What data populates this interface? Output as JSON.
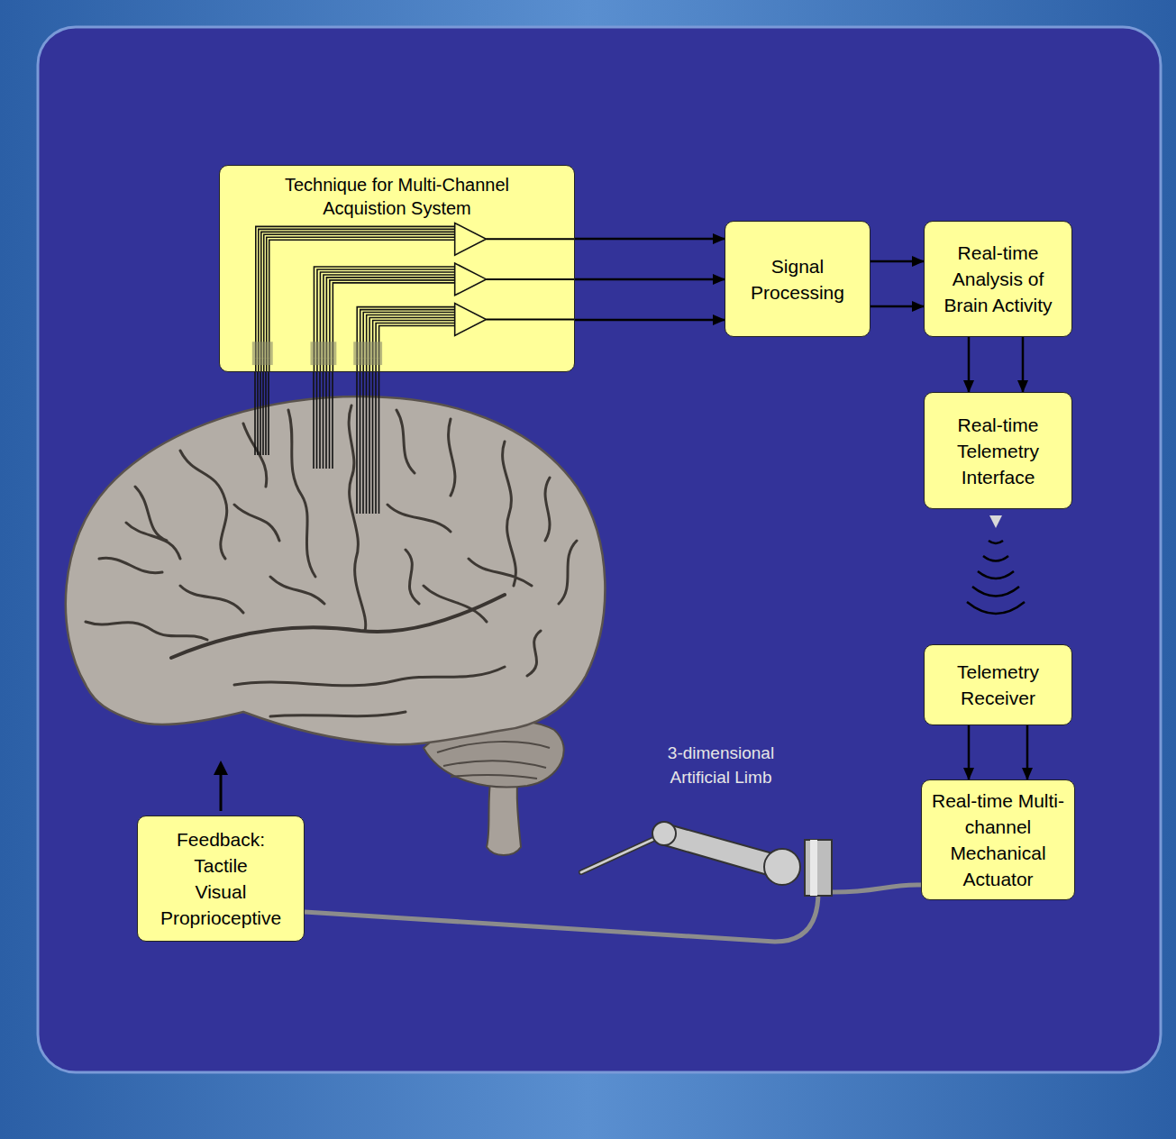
{
  "diagram": {
    "nodes": [
      {
        "text": [
          "Technique for Multi-Channel Acquistion System"
        ]
      },
      {
        "text": [
          "Signal Processing"
        ]
      },
      {
        "text": [
          "Real-time Analysis of Brain Activity"
        ]
      },
      {
        "text": [
          "Real-time Telemetry Interface"
        ]
      },
      {
        "text": [
          "Telemetry Receiver"
        ]
      },
      {
        "text": [
          "Real-time Multi-channel Mechanical Actuator"
        ]
      },
      {
        "text": [
          "Feedback: Tactile Visual Proprioceptive"
        ]
      }
    ],
    "edges": [
      {
        "from": 0,
        "to": 1,
        "arrow": "to"
      },
      {
        "from": 0,
        "to": 1,
        "arrow": "to"
      },
      {
        "from": 0,
        "to": 1,
        "arrow": "to"
      },
      {
        "from": 1,
        "to": 2,
        "arrow": "to"
      },
      {
        "from": 1,
        "to": 2,
        "arrow": "to"
      },
      {
        "from": 2,
        "to": 3,
        "arrow": "to"
      },
      {
        "from": 2,
        "to": 3,
        "arrow": "to"
      },
      {
        "from": 4,
        "to": 5,
        "arrow": "to"
      },
      {
        "from": 4,
        "to": 5,
        "arrow": "to"
      },
      {
        "from": 5,
        "to": 6,
        "arrow": "none"
      }
    ],
    "labels": [
      "3-dimensional Artificial Limb"
    ]
  }
}
